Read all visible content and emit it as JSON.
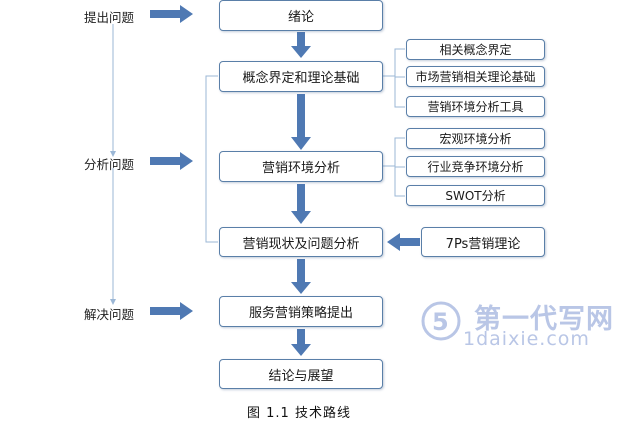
{
  "diagram": {
    "left_labels": [
      "提出问题",
      "分析问题",
      "解决问题"
    ],
    "main_boxes": [
      "绪论",
      "概念界定和理论基础",
      "营销环境分析",
      "营销现状及问题分析",
      "服务营销策略提出",
      "结论与展望"
    ],
    "theory_group": [
      "相关概念界定",
      "市场营销相关理论基础",
      "营销环境分析工具"
    ],
    "env_group": [
      "宏观环境分析",
      "行业竞争环境分析",
      "SWOT分析"
    ],
    "side_box": "7Ps营销理论",
    "caption": "图 1.1  技术路线"
  },
  "watermark": {
    "name": "第一代写网",
    "url": "1daixie.com"
  },
  "colors": {
    "arrow": "#4f79b3",
    "border": "#5a7fa8",
    "connector": "#9bb7d6",
    "watermark": "#b9c6e6"
  }
}
